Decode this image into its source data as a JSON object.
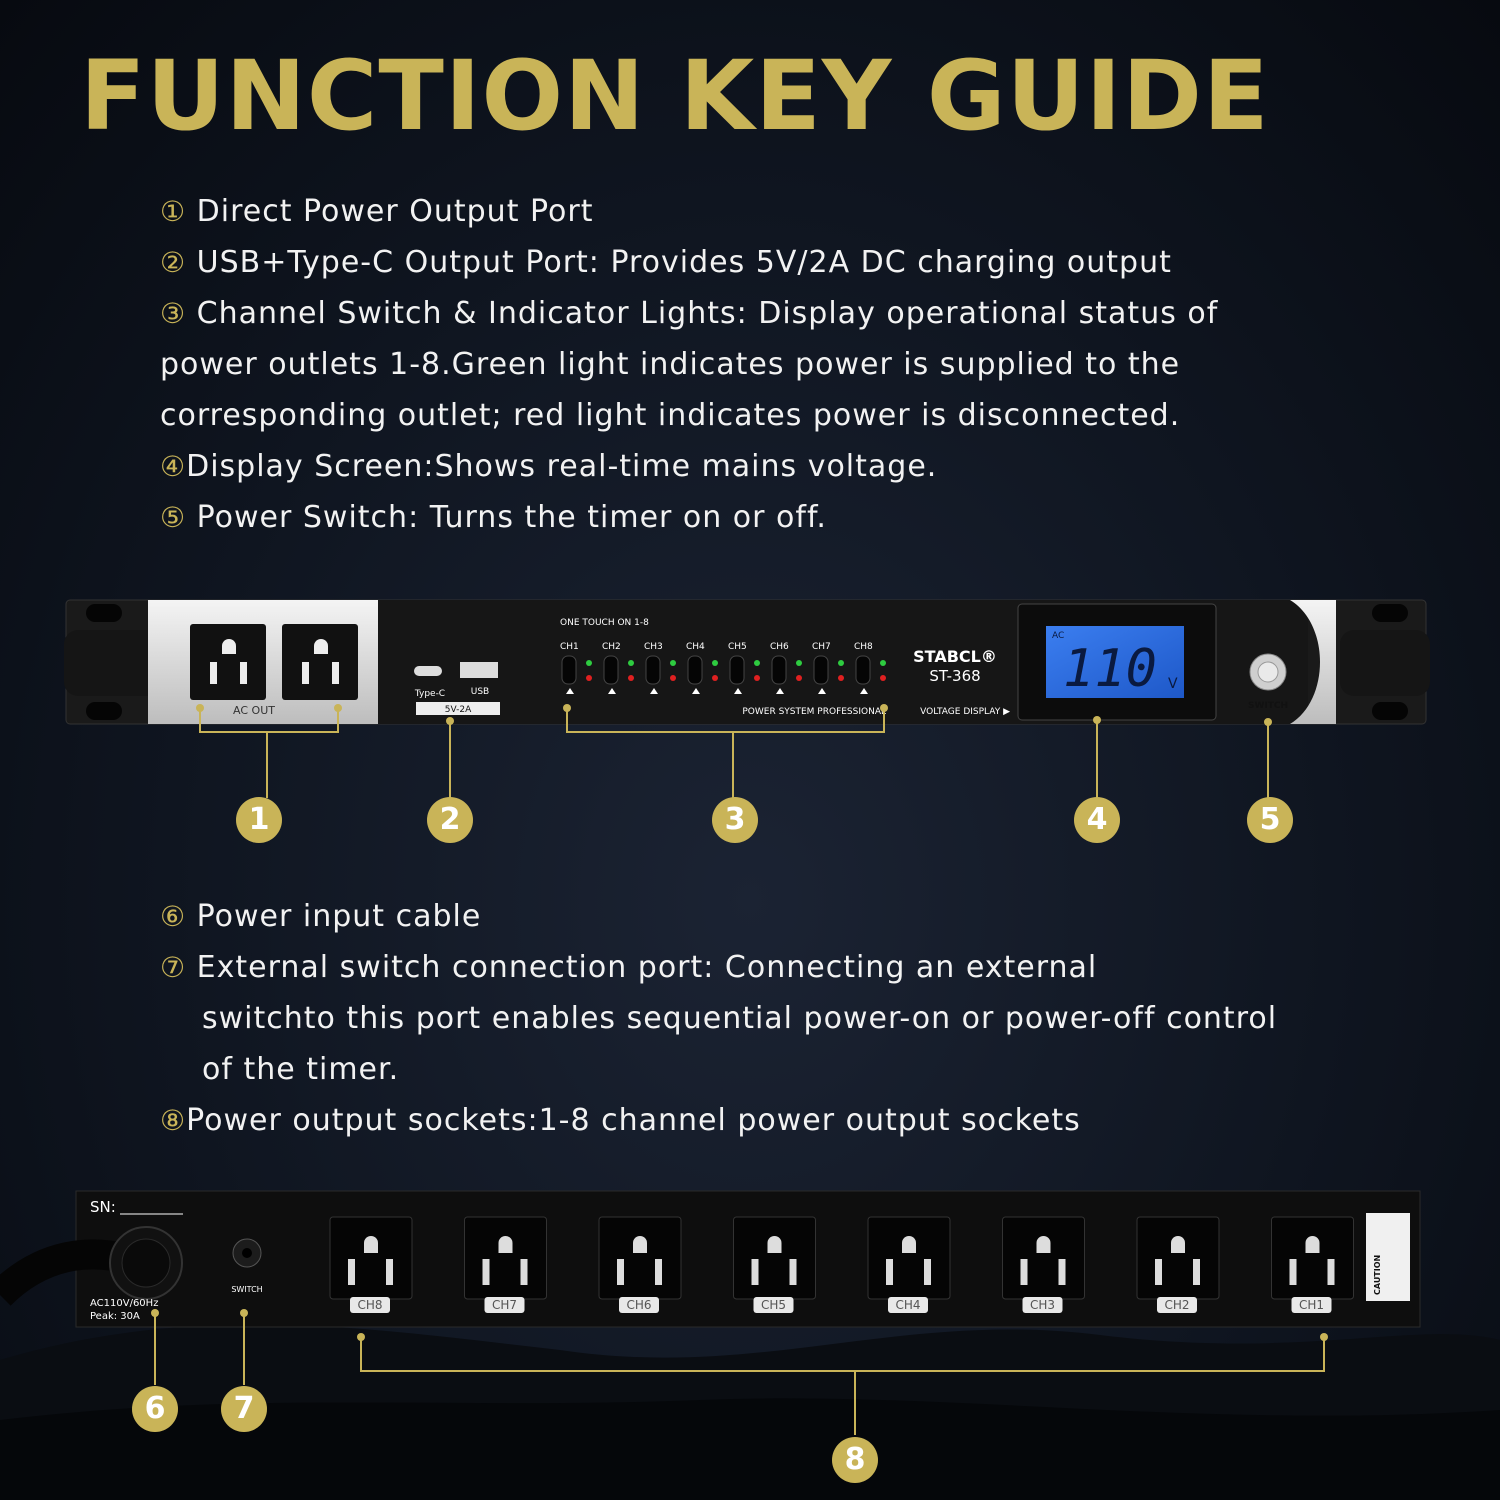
{
  "title": "FUNCTION KEY GUIDE",
  "guide_top": [
    {
      "num": "①",
      "text": " Direct Power Output Port"
    },
    {
      "num": "②",
      "text": " USB+Type-C Output Port: Provides 5V/2A DC charging output"
    },
    {
      "num": "③",
      "text": " Channel Switch & Indicator Lights: Display operational status of"
    },
    {
      "num": "",
      "text": "power outlets 1-8.Green light indicates power is supplied to the"
    },
    {
      "num": "",
      "text": "corresponding outlet; red light indicates power is disconnected."
    },
    {
      "num": "④",
      "text": "Display Screen:Shows real-time mains voltage."
    },
    {
      "num": "⑤",
      "text": " Power Switch: Turns the timer on or off."
    }
  ],
  "guide_bottom": [
    {
      "num": "⑥",
      "text": " Power input cable"
    },
    {
      "num": "⑦",
      "text": " External switch connection port: Connecting an external"
    },
    {
      "num": "",
      "text": "switchto this port enables sequential power-on or power-off control"
    },
    {
      "num": "",
      "text": "of the timer."
    },
    {
      "num": "⑧",
      "text": "Power output sockets:1-8 channel power output sockets"
    }
  ],
  "front_panel": {
    "ac_out": "AC OUT",
    "typec": "Type-C",
    "usb": "USB",
    "usb_rating": "5V-2A",
    "one_touch": "ONE TOUCH ON 1-8",
    "channels": [
      "CH1",
      "CH2",
      "CH3",
      "CH4",
      "CH5",
      "CH6",
      "CH7",
      "CH8"
    ],
    "brand": "STABCL®",
    "model": "ST-368",
    "professional": "POWER SYSTEM PROFESSIONAL",
    "voltage_display": "VOLTAGE DISPLAY ▶",
    "display_ac": "AC",
    "display_value": "110",
    "display_unit": "V",
    "switch": "SWITCH"
  },
  "rear_panel": {
    "sn": "SN:",
    "rating": "AC110V/60Hz",
    "peak": "Peak: 30A",
    "switch": "SWITCH",
    "sockets": [
      "CH8",
      "CH7",
      "CH6",
      "CH5",
      "CH4",
      "CH3",
      "CH2",
      "CH1"
    ],
    "caution": "CAUTION"
  },
  "badges": [
    "1",
    "2",
    "3",
    "4",
    "5",
    "6",
    "7",
    "8"
  ],
  "colors": {
    "gold": "#c9b458",
    "lcd": "#2f6fe0",
    "led_green": "#2ecc40",
    "led_red": "#e02020"
  }
}
